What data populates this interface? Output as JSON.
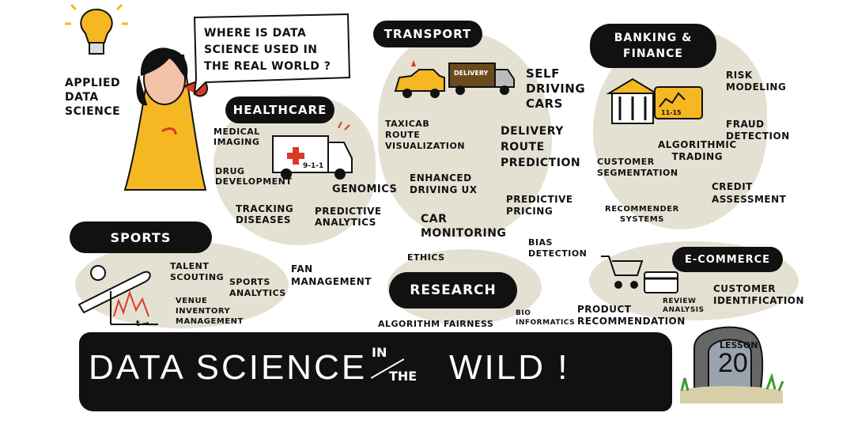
{
  "page": {
    "intro": "APPLIED\nDATA\nSCIENCE",
    "question": "WHERE IS DATA\nSCIENCE USED IN\nTHE REAL WORLD ?"
  },
  "banner": {
    "word1": "DATA SCIENCE",
    "in": "IN",
    "the": "THE",
    "word2": "WILD !"
  },
  "lesson": {
    "label": "LESSON",
    "number": "20"
  },
  "sections": {
    "healthcare": {
      "title": "HEALTHCARE",
      "items": [
        "MEDICAL\nIMAGING",
        "DRUG\nDEVELOPMENT",
        "GENOMICS",
        "TRACKING\nDISEASES",
        "PREDICTIVE\nANALYTICS"
      ],
      "truck_text": "9-1-1"
    },
    "transport": {
      "title": "TRANSPORT",
      "truck_text": "DELIVERY",
      "items": [
        "SELF\nDRIVING\nCARS",
        "TAXICAB\nROUTE\nVISUALIZATION",
        "DELIVERY\nROUTE\nPREDICTION",
        "ENHANCED\nDRIVING UX",
        "PREDICTIVE\nPRICING",
        "CAR\nMONITORING"
      ]
    },
    "banking": {
      "title": "BANKING &\nFINANCE",
      "card_text": "11-15",
      "items": [
        "RISK\nMODELING",
        "FRAUD\nDETECTION",
        "ALGORITHMIC\nTRADING",
        "CUSTOMER\nSEGMENTATION",
        "CREDIT\nASSESSMENT",
        "RECOMMENDER\nSYSTEMS"
      ]
    },
    "sports": {
      "title": "SPORTS",
      "items": [
        "TALENT\nSCOUTING",
        "SPORTS\nANALYTICS",
        "FAN\nMANAGEMENT",
        "VENUE\nINVENTORY\nMANAGEMENT"
      ],
      "axis_label": "t →"
    },
    "research": {
      "title": "RESEARCH",
      "items": [
        "ETHICS",
        "BIAS\nDETECTION",
        "ALGORITHM FAIRNESS",
        "BIO\nINFORMATICS"
      ]
    },
    "ecommerce": {
      "title": "E-COMMERCE",
      "items": [
        "CUSTOMER\nIDENTIFICATION",
        "PRODUCT\nRECOMMENDATION",
        "REVIEW\nANALYSIS"
      ]
    }
  },
  "colors": {
    "blob": "#e4e1d3",
    "yellow": "#f5b722",
    "red": "#d93a28",
    "ink": "#111111"
  }
}
